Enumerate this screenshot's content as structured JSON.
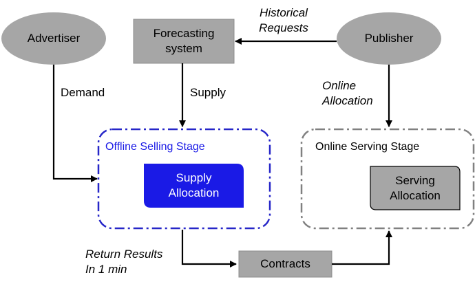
{
  "nodes": {
    "advertiser": "Advertiser",
    "publisher": "Publisher",
    "forecasting": [
      "Forecasting",
      "system"
    ],
    "offline_stage": "Offline Selling Stage",
    "supply_allocation": [
      "Supply",
      "Allocation"
    ],
    "online_stage": "Online Serving Stage",
    "serving_allocation": [
      "Serving",
      "Allocation"
    ],
    "contracts": "Contracts"
  },
  "edges": {
    "demand": "Demand",
    "supply": "Supply",
    "historical_requests": [
      "Historical",
      "Requests"
    ],
    "online_allocation": [
      "Online",
      "Allocation"
    ],
    "return_results": [
      "Return Results",
      "In 1 min"
    ]
  },
  "colors": {
    "node_fill": "#a6a6a6",
    "accent_blue": "#1a1ae6",
    "blue_border": "#2626c8",
    "gray_border": "#808080"
  }
}
